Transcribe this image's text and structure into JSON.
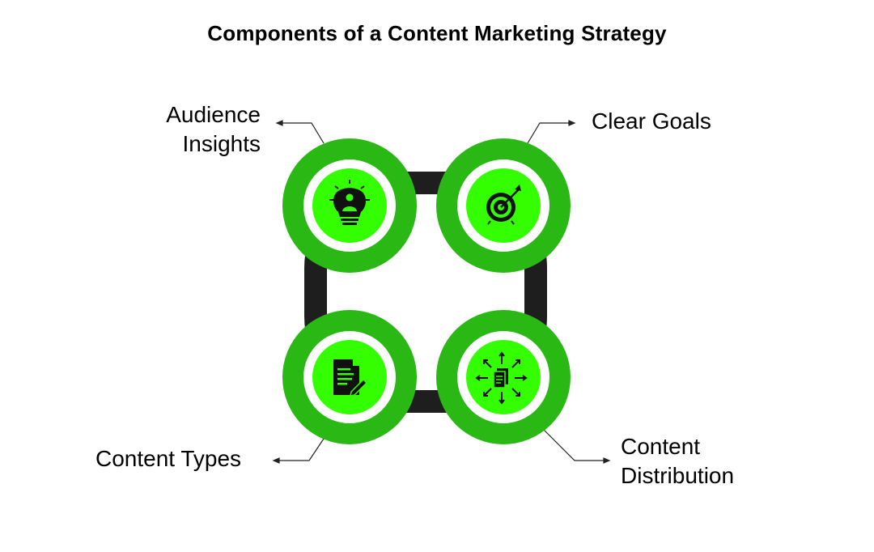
{
  "title": "Components of a Content Marketing Strategy",
  "colors": {
    "outer_ring": "#29B814",
    "inner_disc": "#33FF00",
    "connector": "#1E1E1E",
    "icon": "#111111"
  },
  "components": [
    {
      "id": "audience",
      "label_lines": [
        "Audience",
        "Insights"
      ],
      "icon": "lightbulb-user-icon"
    },
    {
      "id": "goals",
      "label_lines": [
        "Clear Goals"
      ],
      "icon": "target-icon"
    },
    {
      "id": "types",
      "label_lines": [
        "Content Types"
      ],
      "icon": "document-edit-icon"
    },
    {
      "id": "distribution",
      "label_lines": [
        "Content",
        "Distribution"
      ],
      "icon": "distribution-arrows-icon"
    }
  ]
}
